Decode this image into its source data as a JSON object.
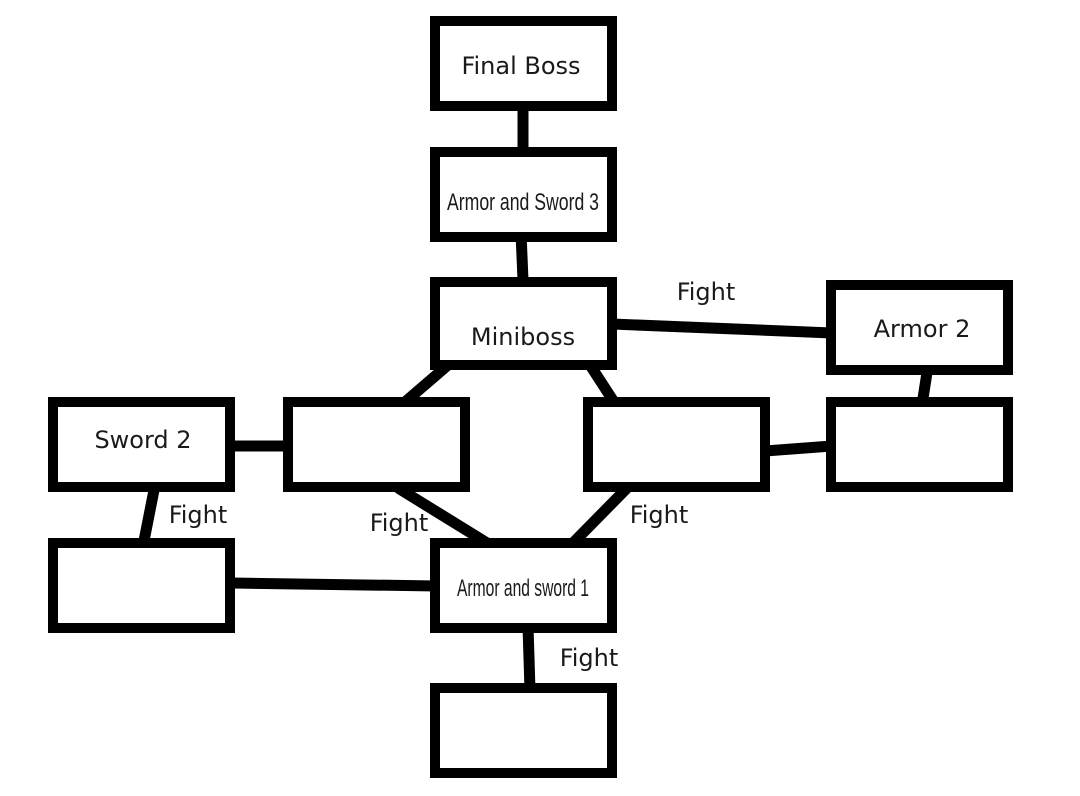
{
  "nodes": {
    "final_boss": "Final Boss",
    "armor_sword_3": "Armor and Sword 3",
    "miniboss": "Miniboss",
    "armor_2": "Armor 2",
    "sword_2": "Sword 2",
    "armor_sword_1": "Armor and sword 1"
  },
  "edge_labels": {
    "miniboss_armor2": "Fight",
    "sword2_left": "Fight",
    "leftmid_center": "Fight",
    "rightmid_center": "Fight",
    "center_bottom": "Fight"
  }
}
